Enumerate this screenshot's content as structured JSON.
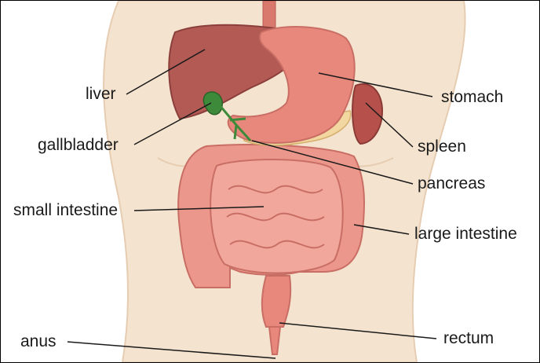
{
  "labels": {
    "liver": "liver",
    "gallbladder": "gallbladder",
    "small_intestine": "small intestine",
    "anus": "anus",
    "stomach": "stomach",
    "spleen": "spleen",
    "pancreas": "pancreas",
    "large_intestine": "large intestine",
    "rectum": "rectum"
  },
  "colors": {
    "skin": "#f4e3cf",
    "skin_outline": "#e6cdb2",
    "liver": "#b35a55",
    "stomach": "#e8877b",
    "intestine": "#ec978b",
    "gallbladder": "#3d8a3a",
    "spleen": "#b5504a",
    "pancreas": "#f3d7a0",
    "leader_line": "#1a1a1a"
  }
}
